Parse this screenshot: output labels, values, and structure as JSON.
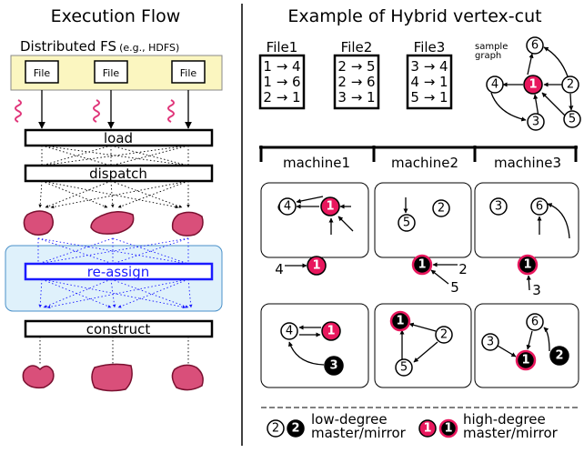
{
  "left": {
    "title": "Execution Flow",
    "fs_label": "Distributed FS",
    "fs_note": "(e.g., HDFS)",
    "file_label": "File",
    "stages": [
      "load",
      "dispatch",
      "re-assign",
      "construct"
    ]
  },
  "right": {
    "title": "Example of Hybrid vertex-cut",
    "files": [
      {
        "name": "File1",
        "edges": [
          "1 → 4",
          "1 → 6",
          "2 → 1"
        ]
      },
      {
        "name": "File2",
        "edges": [
          "2 → 5",
          "2 → 6",
          "3 → 1"
        ]
      },
      {
        "name": "File3",
        "edges": [
          "3 → 4",
          "4 → 1",
          "5 → 1"
        ]
      }
    ],
    "sample_label": [
      "sample",
      "graph"
    ],
    "machines": [
      "machine1",
      "machine2",
      "machine3"
    ],
    "vertex_labels": {
      "v1": "1",
      "v2": "2",
      "v3": "3",
      "v4": "4",
      "v5": "5",
      "v6": "6"
    },
    "legend": {
      "low": [
        "low-degree",
        "master/mirror"
      ],
      "high": [
        "high-degree",
        "master/mirror"
      ]
    }
  },
  "colors": {
    "high_degree": "#e8175d",
    "low_degree_mirror": "#000000",
    "fs_box": "#fbf6c0",
    "reassign_box": "#dff1fb",
    "reassign_border": "#1a1aff",
    "partition": "#d94f7a"
  }
}
